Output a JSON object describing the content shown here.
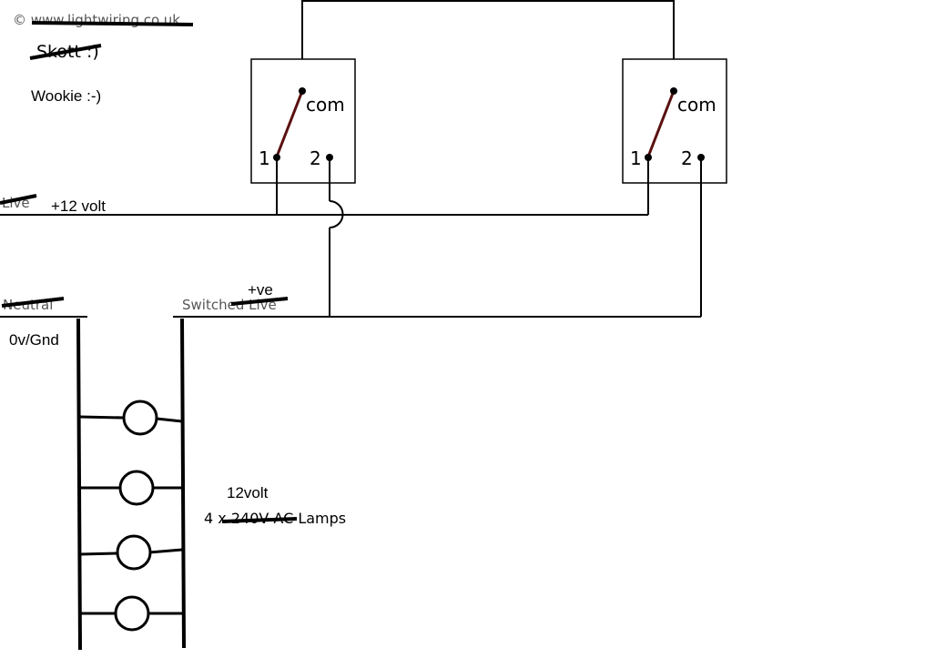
{
  "colors": {
    "wire": "#000000",
    "switch_lever": "#5a1010",
    "faint_text": "#555555"
  },
  "labels": {
    "watermark": "© www.lightwiring.co.uk",
    "author_struck": "Skott :)",
    "author": "Wookie :-)",
    "live_struck": "Live",
    "supply": "+12 volt",
    "neutral_struck": "Neutral",
    "ground": "0v/Gnd",
    "switched_prefix": "Switched",
    "switched_struck": "Live",
    "positive": "+ve",
    "lamp_voltage": "12volt",
    "lamps_prefix": "4 x",
    "lamps_struck": "240V AC",
    "lamps_suffix": "Lamps"
  },
  "switches": [
    {
      "id": "switch-left",
      "com_label": "com",
      "terminal_1": "1",
      "terminal_2": "2"
    },
    {
      "id": "switch-right",
      "com_label": "com",
      "terminal_1": "1",
      "terminal_2": "2"
    }
  ],
  "lamp_count": 4
}
